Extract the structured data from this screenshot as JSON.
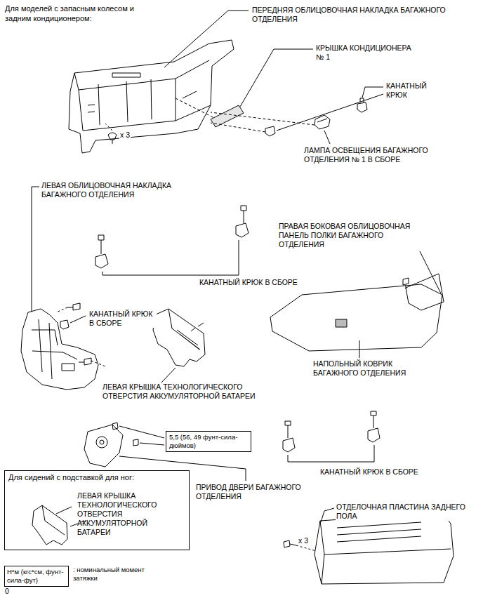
{
  "diagram": {
    "nodes": [
      {
        "text": [
          "Для сидений с подставкой для ног:",
          "ЛЕВАЯ КРЫШКА ТЕХНОЛОГИЧЕСКОГО ОТВЕРСТИЯ АККУМУЛЯТОРНОЙ БАТАРЕИ"
        ]
      },
      {
        "text": [
          "5,5 (56, 49 фунт-сила-дюймов)"
        ]
      },
      {
        "text": [
          "Н*м (кгс*см, фунт-сила-фут)",
          ": номинальный момент затяжки"
        ]
      }
    ],
    "edges": [],
    "labels": [
      "Для моделей с запасным колесом и задним кондиционером:",
      "ПЕРЕДНЯЯ ОБЛИЦОВОЧНАЯ НАКЛАДКА БАГАЖНОГО ОТДЕЛЕНИЯ",
      "КРЫШКА КОНДИЦИОНЕРА № 1",
      "КАНАТНЫЙ КРЮК",
      "ЛАМПА ОСВЕЩЕНИЯ БАГАЖНОГО ОТДЕЛЕНИЯ № 1 В СБОРЕ",
      "x 3",
      "ЛЕВАЯ ОБЛИЦОВОЧНАЯ НАКЛАДКА БАГАЖНОГО ОТДЕЛЕНИЯ",
      "КАНАТНЫЙ КРЮК В СБОРЕ",
      "ПРАВАЯ БОКОВАЯ ОБЛИЦОВОЧНАЯ ПАНЕЛЬ ПОЛКИ БАГАЖНОГО ОТДЕЛЕНИЯ",
      "КАНАТНЫЙ КРЮК В СБОРЕ",
      "НАПОЛЬНЫЙ КОВРИК БАГАЖНОГО ОТДЕЛЕНИЯ",
      "ЛЕВАЯ КРЫШКА ТЕХНОЛОГИЧЕСКОГО ОТВЕРСТИЯ АККУМУЛЯТОРНОЙ БАТАРЕИ",
      "ПРИВОД ДВЕРИ БАГАЖНОГО ОТДЕЛЕНИЯ",
      "КАНАТНЫЙ КРЮК В СБОРЕ",
      "ОТДЕЛОЧНАЯ ПЛАСТИНА ЗАДНЕГО ПОЛА",
      "x 3",
      "0"
    ]
  }
}
